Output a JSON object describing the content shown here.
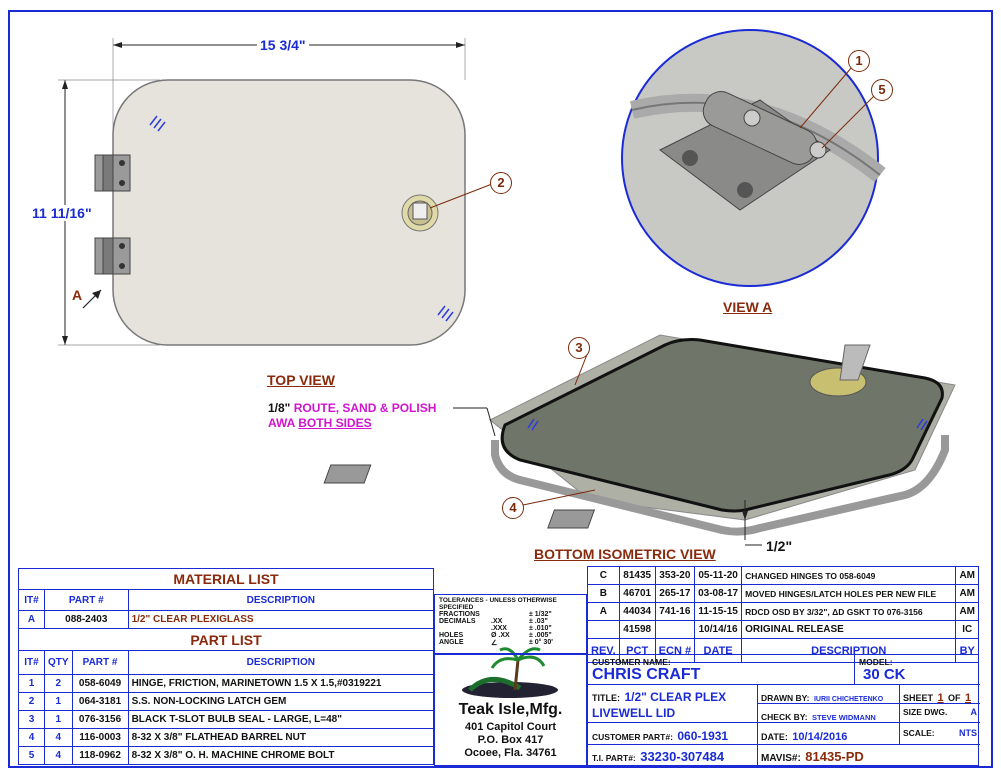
{
  "dimensions": {
    "width": "15 3/4\"",
    "height": "11 11/16\"",
    "thickness": "1/2\""
  },
  "callouts": [
    "1",
    "2",
    "3",
    "4",
    "5"
  ],
  "labels": {
    "section_a": "A",
    "view_a": "VIEW A",
    "top_view": "TOP VIEW",
    "bottom_iso": "BOTTOM ISOMETRIC VIEW",
    "route_line1_prefix": "1/8\"",
    "route_line1_rest": "ROUTE, SAND & POLISH",
    "route_line2_prefix": "AWA",
    "route_line2_rest": "BOTH SIDES"
  },
  "revisions": [
    {
      "rev": "C",
      "pct": "81435",
      "ecn": "353-20",
      "date": "05-11-20",
      "desc": "CHANGED HINGES TO 058-6049",
      "by": "AM"
    },
    {
      "rev": "B",
      "pct": "46701",
      "ecn": "265-17",
      "date": "03-08-17",
      "desc": "MOVED HINGES/LATCH HOLES PER NEW FILE",
      "by": "AM"
    },
    {
      "rev": "A",
      "pct": "44034",
      "ecn": "741-16",
      "date": "11-15-15",
      "desc": "RDCD OSD BY 3/32\", ΔD GSKT TO 076-3156",
      "by": "AM"
    },
    {
      "rev": "",
      "pct": "41598",
      "ecn": "",
      "date": "10/14/16",
      "desc": "ORIGINAL RELEASE",
      "by": "IC"
    }
  ],
  "revision_headers": {
    "rev": "REV.",
    "pct": "PCT",
    "ecn": "ECN #",
    "date": "DATE",
    "desc": "DESCRIPTION",
    "by": "BY"
  },
  "material_list": {
    "title": "MATERIAL LIST",
    "headers": {
      "it": "IT#",
      "part": "PART #",
      "desc": "DESCRIPTION"
    },
    "rows": [
      {
        "it": "A",
        "part": "088-2403",
        "desc": "1/2\" CLEAR PLEXIGLASS"
      }
    ]
  },
  "part_list": {
    "title": "PART LIST",
    "headers": {
      "it": "IT#",
      "qty": "QTY",
      "part": "PART #",
      "desc": "DESCRIPTION"
    },
    "rows": [
      {
        "it": "1",
        "qty": "2",
        "part": "058-6049",
        "desc": "HINGE, FRICTION, MARINETOWN 1.5 X 1.5,#0319221"
      },
      {
        "it": "2",
        "qty": "1",
        "part": "064-3181",
        "desc": "S.S. NON-LOCKING LATCH GEM"
      },
      {
        "it": "3",
        "qty": "1",
        "part": "076-3156",
        "desc": "BLACK T-SLOT BULB SEAL - LARGE, L=48\""
      },
      {
        "it": "4",
        "qty": "4",
        "part": "116-0003",
        "desc": "8-32 X 3/8\" FLATHEAD BARREL NUT"
      },
      {
        "it": "5",
        "qty": "4",
        "part": "118-0962",
        "desc": "8-32 X 3/8\" O. H. MACHINE CHROME BOLT"
      }
    ]
  },
  "tolerances": {
    "title": "TOLERANCES - UNLESS OTHERWISE SPECIFIED",
    "rows": [
      {
        "k": "FRACTIONS",
        "s": "",
        "v": "± 1/32\""
      },
      {
        "k": "DECIMALS",
        "s": ".XX",
        "v": "± .03\""
      },
      {
        "k": "",
        "s": ".XXX",
        "v": "± .010\""
      },
      {
        "k": "HOLES",
        "s": "Ø .XX",
        "v": "± .005\""
      },
      {
        "k": "ANGLE",
        "s": "∠",
        "v": "± 0° 30'"
      }
    ]
  },
  "company": {
    "name": "Teak Isle,Mfg.",
    "addr1": "401 Capitol Court",
    "addr2": "P.O. Box 417",
    "addr3": "Ocoee, Fla. 34761"
  },
  "title_block": {
    "customer_name_label": "CUSTOMER NAME:",
    "customer_name": "CHRIS CRAFT",
    "model_label": "MODEL:",
    "model": "30 CK",
    "title_label": "TITLE:",
    "title_line1": "1/2\" CLEAR PLEX",
    "title_line2": "LIVEWELL LID",
    "drawn_by_label": "DRAWN BY:",
    "drawn_by": "IURII CHICHETENKO",
    "sheet_label": "SHEET",
    "sheet_num": "1",
    "sheet_of": "OF",
    "sheet_total": "1",
    "check_by_label": "CHECK BY:",
    "check_by": "STEVE WIDMANN",
    "size_label": "SIZE DWG.",
    "size": "A",
    "customer_part_label": "CUSTOMER PART#:",
    "customer_part": "060-1931",
    "date_label": "DATE:",
    "date": "10/14/2016",
    "scale_label": "SCALE:",
    "scale": "NTS",
    "ti_part_label": "T.I. PART#:",
    "ti_part": "33230-307484",
    "mavis_label": "MAVIS#:",
    "mavis": "81435-PD"
  },
  "colors": {
    "border": "#1a2bd6",
    "accent": "#8a2a0c",
    "magenta": "#d014d0"
  }
}
